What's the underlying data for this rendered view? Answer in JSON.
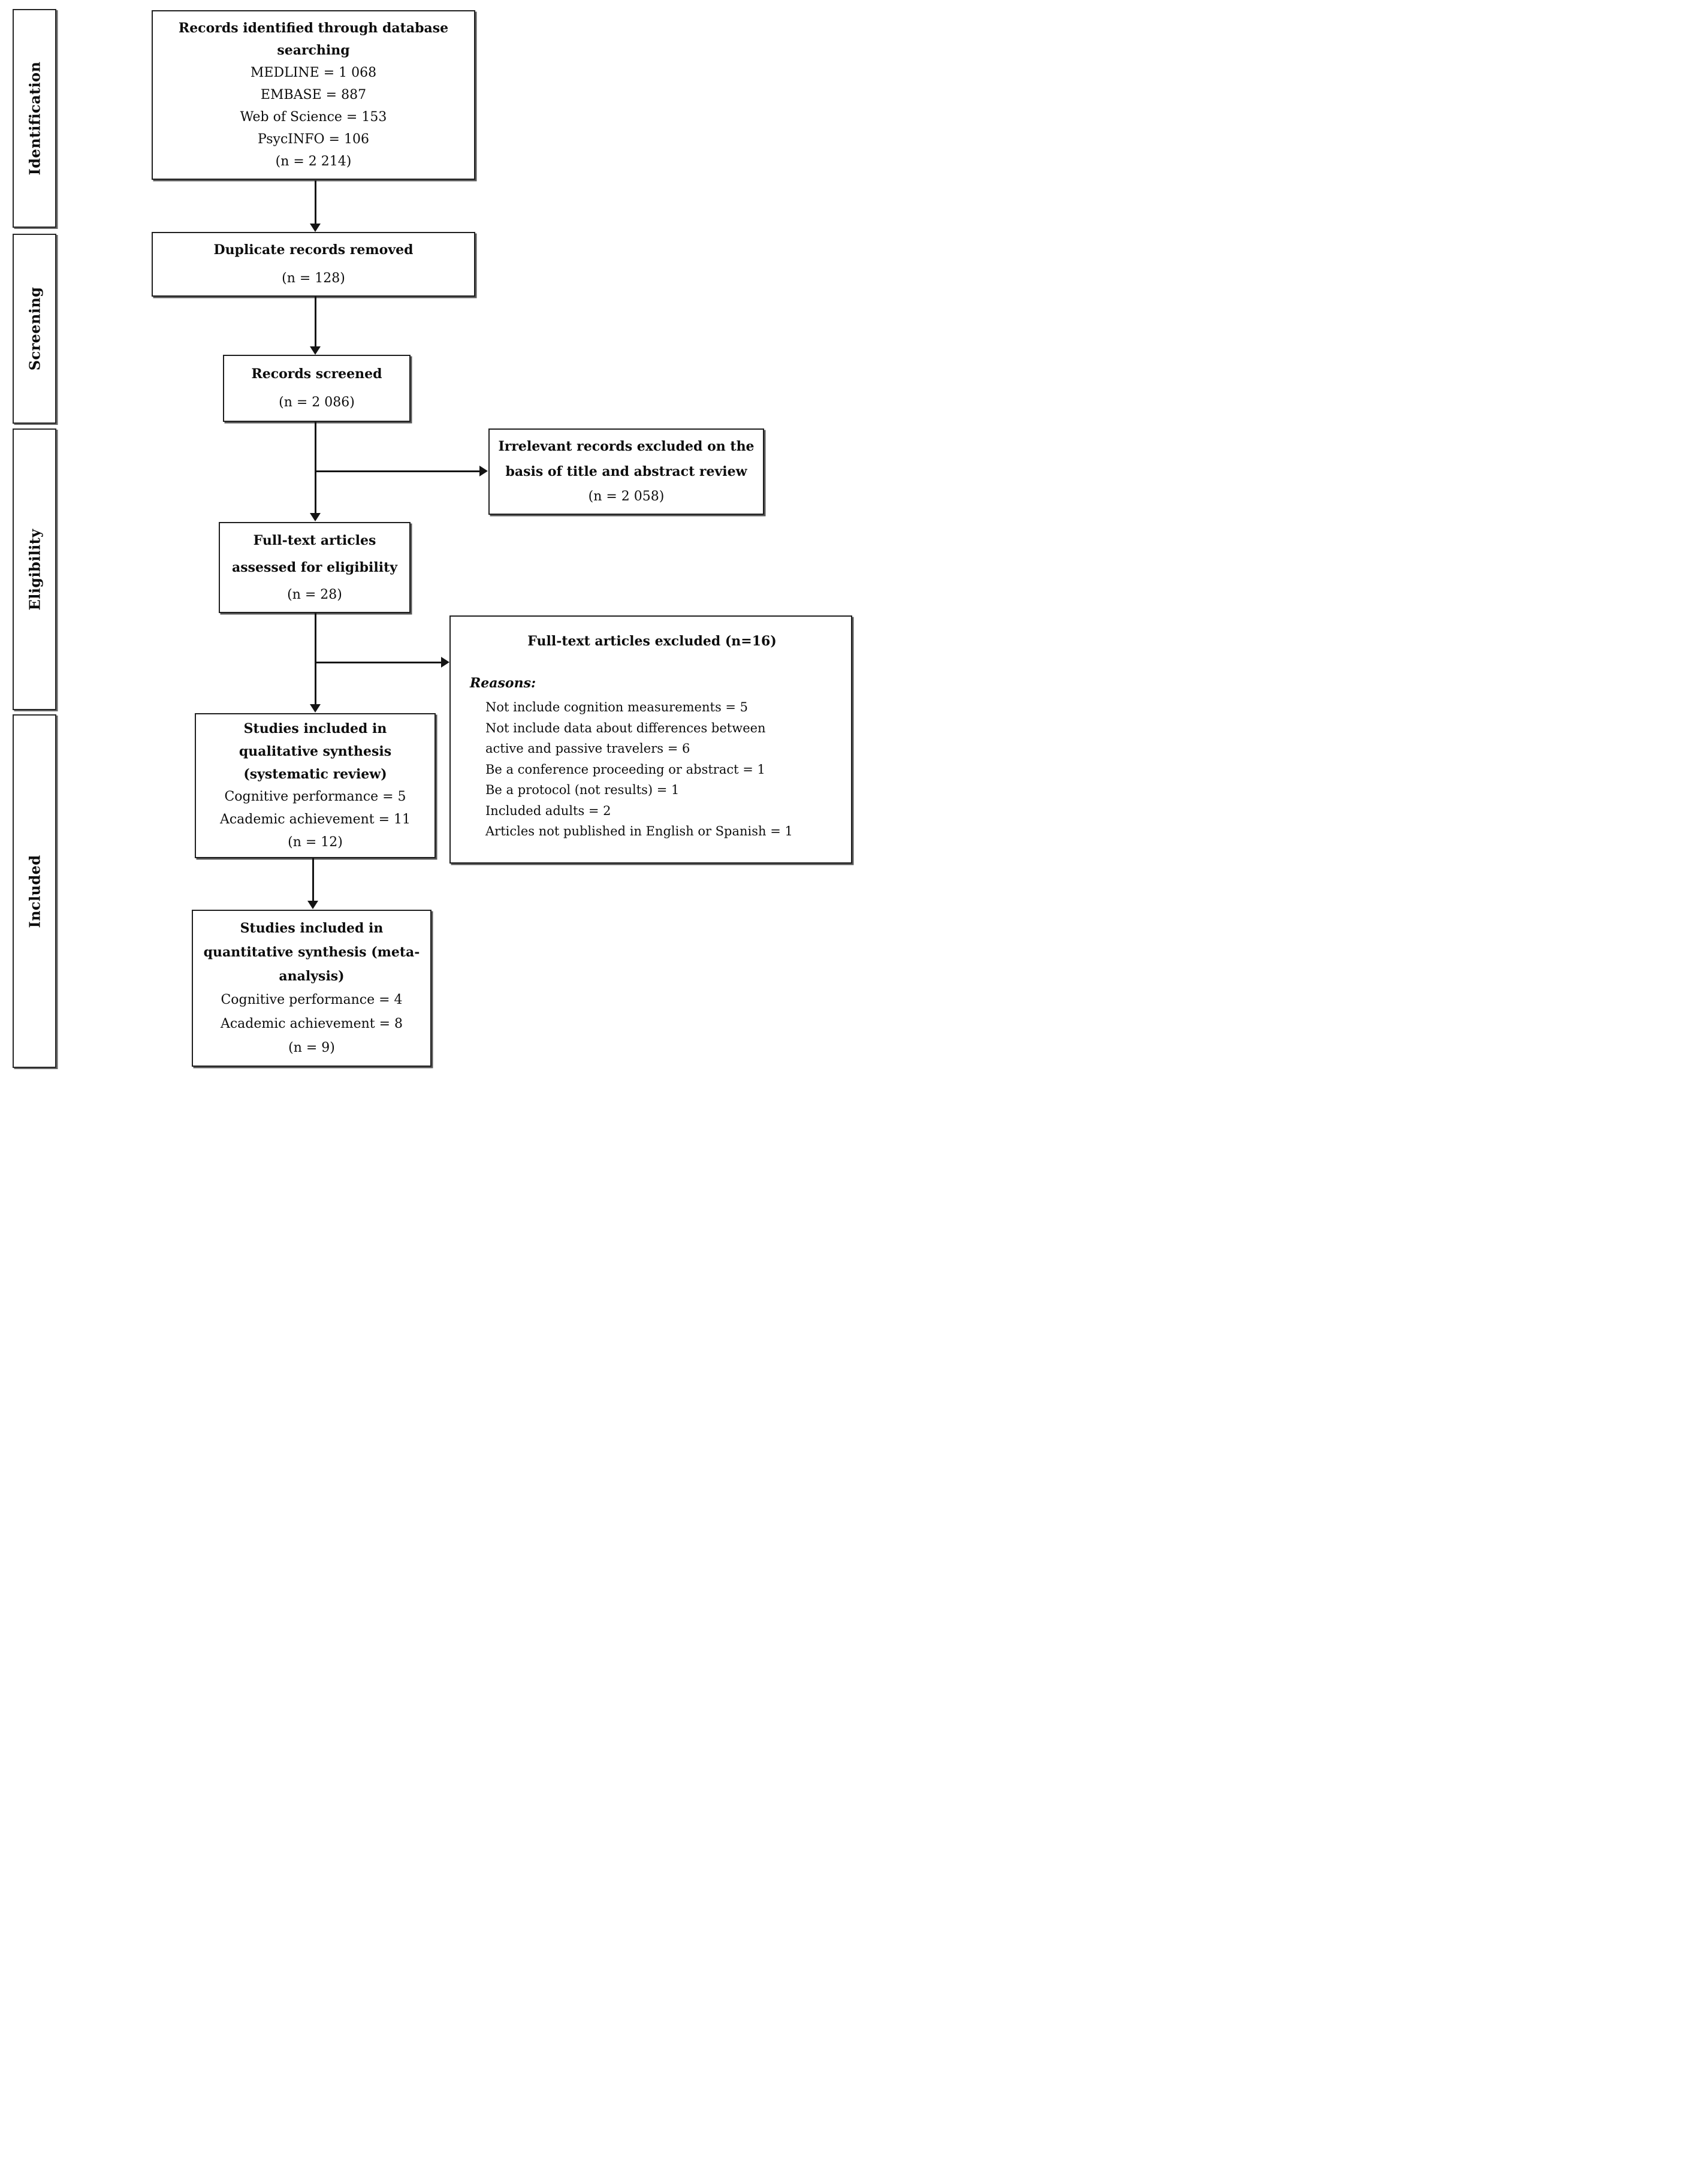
{
  "diagram": {
    "stages": {
      "identification": "Identification",
      "screening": "Screening",
      "eligibility": "Eligibility",
      "included": "Included"
    },
    "boxes": {
      "records_identified": {
        "title": [
          "Records identified through database",
          "searching"
        ],
        "body": [
          "MEDLINE = 1 068",
          "EMBASE = 887",
          "Web of Science = 153",
          "PsycINFO = 106",
          "(n = 2 214)"
        ]
      },
      "duplicates_removed": {
        "title": [
          "Duplicate records removed"
        ],
        "body": [
          "(n = 128)"
        ]
      },
      "records_screened": {
        "title": [
          "Records screened"
        ],
        "body": [
          "(n = 2 086)"
        ]
      },
      "irrelevant_excluded": {
        "title": [
          "Irrelevant records excluded on the",
          "basis of title and abstract review"
        ],
        "body": [
          "(n = 2 058)"
        ]
      },
      "fulltext_assessed": {
        "title": [
          "Full-text articles",
          "assessed for eligibility"
        ],
        "body": [
          "(n = 28)"
        ]
      },
      "fulltext_excluded": {
        "title": "Full-text articles excluded (n=16)",
        "reasons_heading": "Reasons:",
        "reason_lines": [
          "Not include cognition measurements = 5",
          "Not include data about differences between",
          "active and passive travelers = 6",
          "Be a conference proceeding or abstract = 1",
          "Be a protocol (not results) = 1",
          "Included adults = 2",
          "Articles not published in English or Spanish = 1"
        ]
      },
      "qualitative_synthesis": {
        "title": [
          "Studies included in",
          "qualitative synthesis",
          "(systematic review)"
        ],
        "body": [
          "Cognitive performance = 5",
          "Academic achievement = 11",
          "(n = 12)"
        ]
      },
      "quantitative_synthesis": {
        "title": [
          "Studies included in",
          "quantitative synthesis (meta-",
          "analysis)"
        ],
        "body": [
          "Cognitive performance = 4",
          "Academic achievement = 8",
          "(n = 9)"
        ]
      }
    },
    "colors": {
      "line": "#141414",
      "border": "#1f1f1f",
      "text": "#0d0d0d",
      "background": "#ffffff"
    }
  }
}
